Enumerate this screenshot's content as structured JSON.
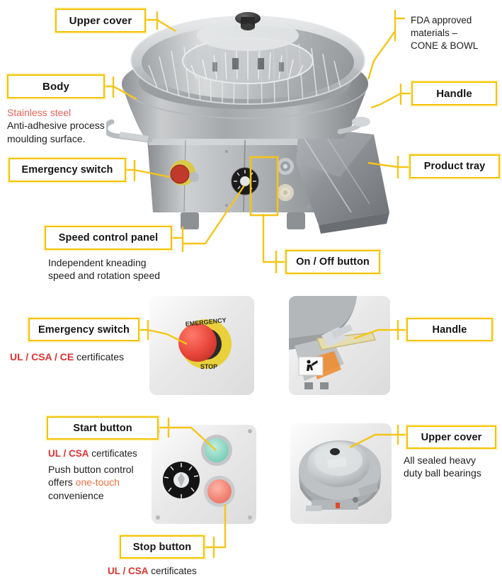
{
  "page": {
    "title": "Dough Moulder / Rounder feature callout diagram",
    "accent_yellow": "#f2c200",
    "accent_red": "#e03030",
    "accent_salmon": "#e8625a",
    "accent_orange": "#f07040"
  },
  "main_diagram": {
    "callouts": [
      {
        "id": "upper-cover",
        "label": "Upper cover"
      },
      {
        "id": "body",
        "label": "Body"
      },
      {
        "id": "emergency-switch",
        "label": "Emergency switch"
      },
      {
        "id": "speed-control",
        "label": "Speed control panel"
      },
      {
        "id": "on-off-button",
        "label": "On / Off button"
      },
      {
        "id": "handle",
        "label": "Handle"
      },
      {
        "id": "product-tray",
        "label": "Product tray"
      }
    ],
    "notes": {
      "fda_line1": "FDA approved",
      "fda_line2": "materials –",
      "fda_line3": "CONE & BOWL",
      "body_highlight": "Stainless steel",
      "body_line2": "Anti-adhesive process",
      "body_line3": "moulding surface.",
      "speed_line1": "Independent kneading",
      "speed_line2": "speed and rotation speed"
    }
  },
  "detail_panels": [
    {
      "id": "emergency-switch-detail",
      "label": "Emergency switch",
      "cert_red": "UL / CSA / CE",
      "cert_rest": " certificates",
      "photo_caption": "emergency stop mushroom button on stainless plate",
      "button_ring_text": "EMERGENCY STOP"
    },
    {
      "id": "handle-detail",
      "label": "Handle",
      "photo_caption": "bowl tilt handle with warning decal"
    },
    {
      "id": "start-button-detail",
      "label": "Start button",
      "cert_red": "UL / CSA",
      "cert_rest": " certificates",
      "body_line1": "Push button control",
      "body_line2_pre": "offers ",
      "body_line2_hl": "one-touch",
      "body_line3": "convenience",
      "photo_caption": "control plate with green start button, dial, red stop button"
    },
    {
      "id": "stop-button-detail",
      "label": "Stop button",
      "cert_red": "UL / CSA",
      "cert_rest": " certificates"
    },
    {
      "id": "upper-cover-detail",
      "label": "Upper cover",
      "note_line1": "All sealed heavy",
      "note_line2": "duty ball bearings",
      "photo_caption": "top view of machine showing clear domed upper cover"
    }
  ]
}
